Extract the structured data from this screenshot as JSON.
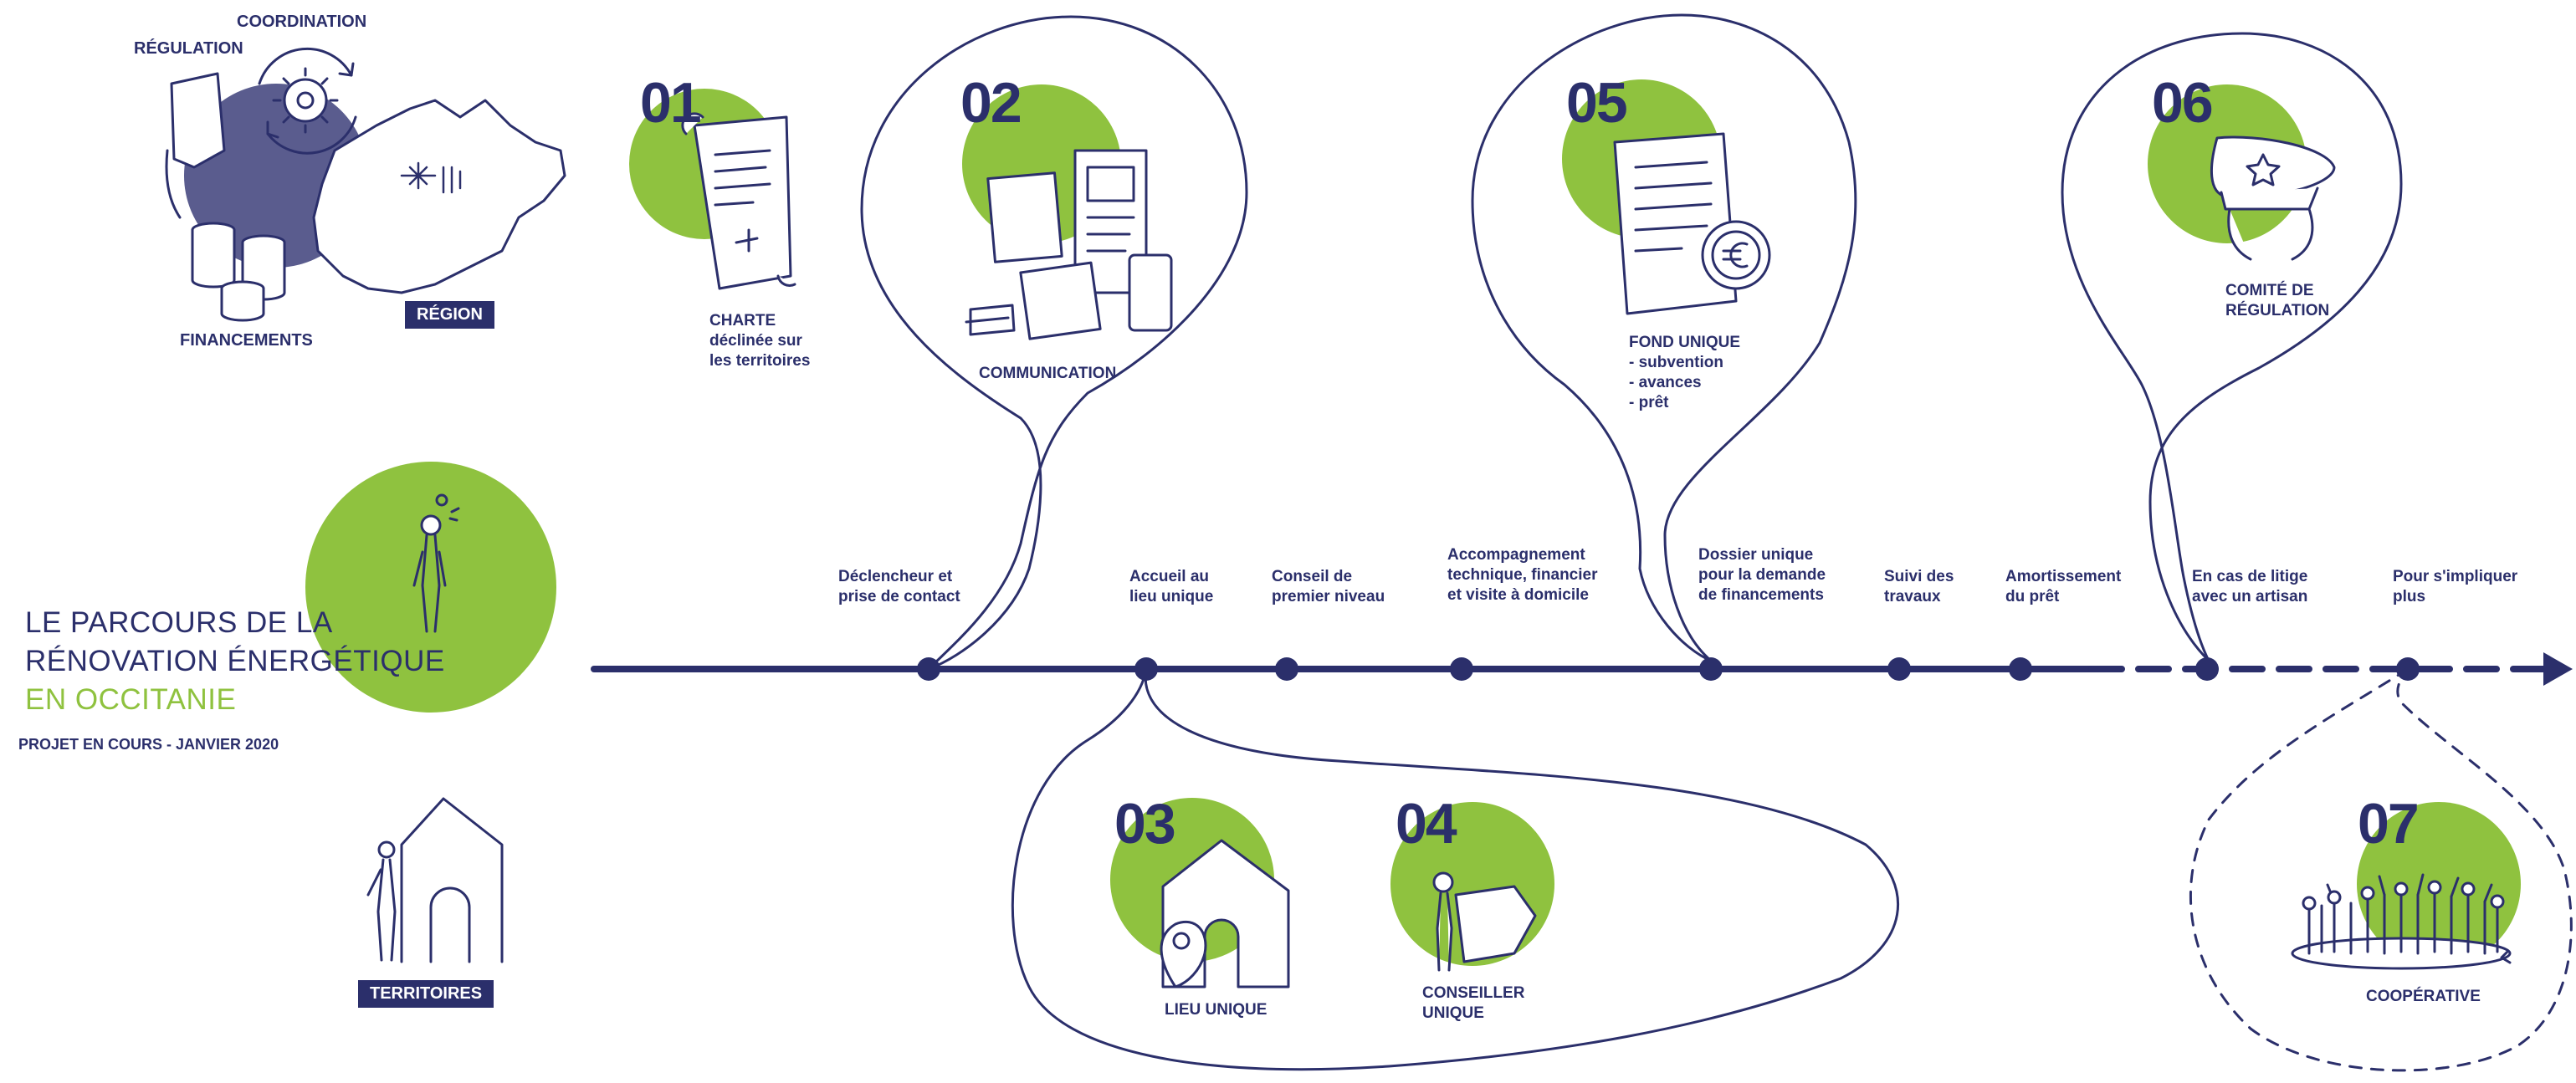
{
  "title": {
    "line1": "LE PARCOURS DE LA",
    "line2": "RÉNOVATION ÉNERGÉTIQUE",
    "line3": "EN OCCITANIE",
    "subtitle": "PROJET EN COURS - JANVIER 2020"
  },
  "colors": {
    "navy": "#2b2f6b",
    "green": "#8fc23f",
    "blue_fill": "#5a5c8e"
  },
  "region": {
    "coordination": "COORDINATION",
    "regulation": "RÉGULATION",
    "financements": "FINANCEMENTS",
    "badge": "RÉGION"
  },
  "territoires": {
    "badge": "TERRITOIRES"
  },
  "steps": [
    {
      "number": "01",
      "label": "CHARTE\ndéclinée sur\nles territoires",
      "icon": "scroll-icon"
    },
    {
      "number": "02",
      "label": "COMMUNICATION",
      "icon": "devices-icon"
    },
    {
      "number": "03",
      "label": "LIEU UNIQUE",
      "icon": "house-pin-icon"
    },
    {
      "number": "04",
      "label": "CONSEILLER\nUNIQUE",
      "icon": "advisor-icon"
    },
    {
      "number": "05",
      "label": "FOND UNIQUE\n- subvention\n- avances\n- prêt",
      "icon": "document-euro-icon"
    },
    {
      "number": "06",
      "label": "COMITÉ DE\nRÉGULATION",
      "icon": "cap-icon"
    },
    {
      "number": "07",
      "label": "COOPÉRATIVE",
      "icon": "crowd-icon"
    }
  ],
  "timeline": [
    {
      "label": "Déclencheur et\nprise de contact"
    },
    {
      "label": "Accueil au\nlieu unique"
    },
    {
      "label": "Conseil de\npremier niveau"
    },
    {
      "label": "Accompagnement\ntechnique, financier\net visite à domicile"
    },
    {
      "label": "Dossier unique\npour la demande\nde financements"
    },
    {
      "label": "Suivi des\ntravaux"
    },
    {
      "label": "Amortissement\ndu prêt"
    },
    {
      "label": "En cas de litige\navec un artisan"
    },
    {
      "label": "Pour s'impliquer\nplus"
    }
  ]
}
